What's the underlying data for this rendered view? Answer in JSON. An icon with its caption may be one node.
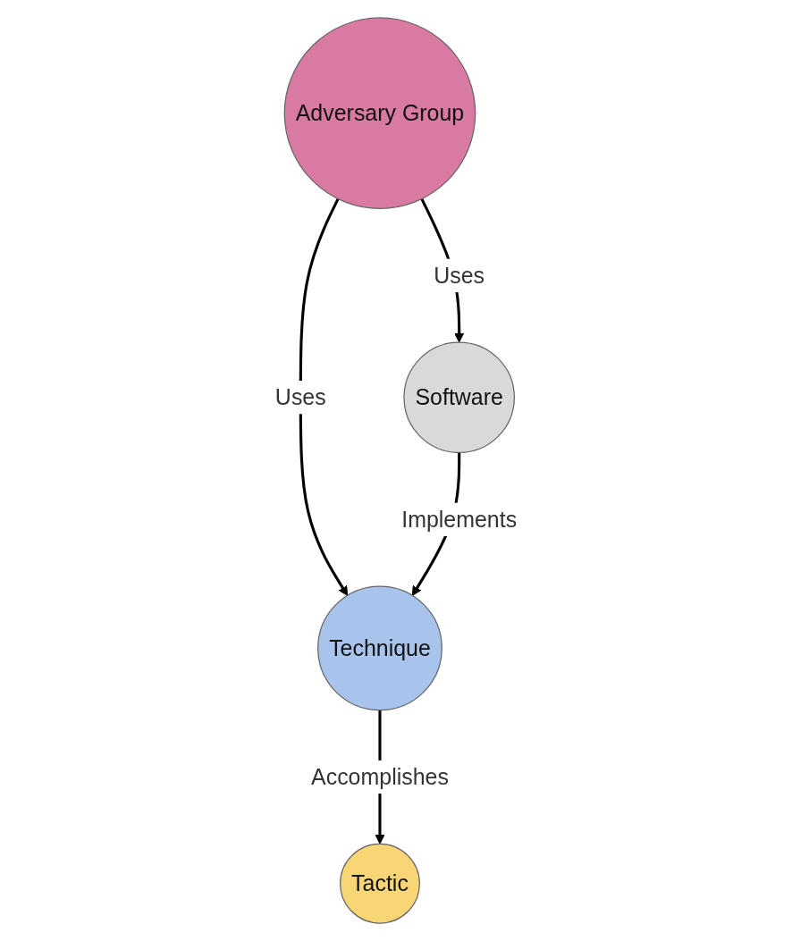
{
  "diagram": {
    "nodes": [
      {
        "text": [
          "Adversary Group"
        ]
      },
      {
        "text": [
          "Technique"
        ]
      },
      {
        "text": [
          "Software"
        ]
      },
      {
        "text": [
          "Tactic"
        ]
      }
    ],
    "edges": [
      {
        "from": 0,
        "to": 1,
        "arrow": "to",
        "label": "Uses"
      },
      {
        "from": 0,
        "to": 2,
        "arrow": "to",
        "label": "Uses"
      },
      {
        "from": 2,
        "to": 1,
        "arrow": "to",
        "label": "Implements"
      },
      {
        "from": 1,
        "to": 3,
        "arrow": "to",
        "label": "Accomplishes"
      }
    ]
  }
}
